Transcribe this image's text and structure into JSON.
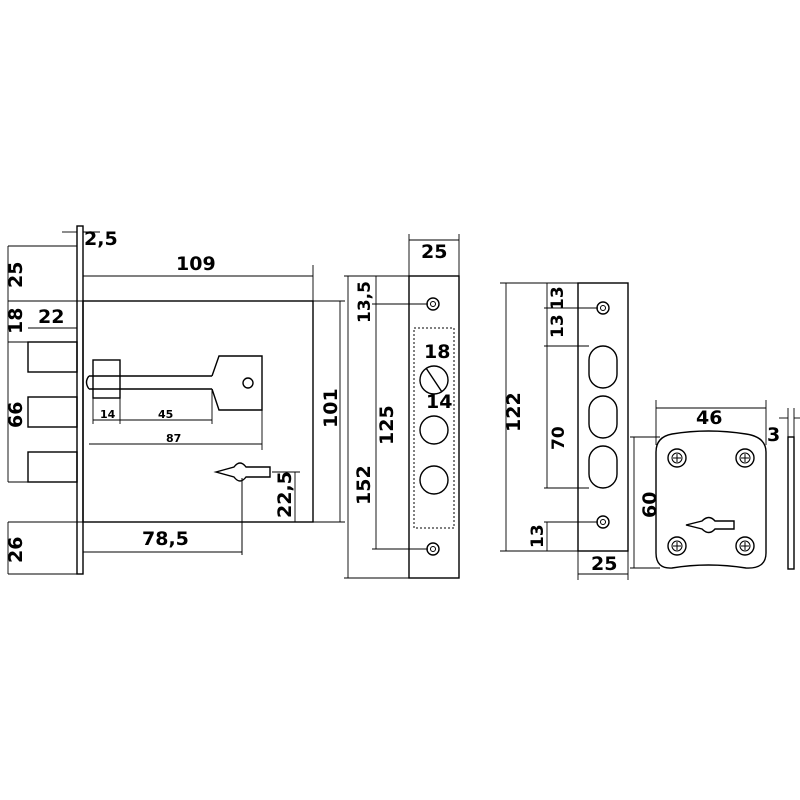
{
  "dimensions": {
    "front_thickness": "2,5",
    "body_width": "109",
    "top_to_bolt": "25",
    "bolt_height": "18",
    "bolt_projection": "22",
    "bolt_span": "66",
    "bottom_to_keyhole": "26",
    "key_width": "14",
    "key_shank": "45",
    "key_total": "87",
    "keyhole_height": "22,5",
    "keyhole_offset": "78,5",
    "body_height": "101",
    "faceplate_width": "25",
    "faceplate_top_hole": "13,5",
    "faceplate_hole_span": "125",
    "faceplate_height": "152",
    "bolt_hole_diameter": "18",
    "bolt_hole_inner": "14",
    "strike_height": "122",
    "strike_top_hole": "13",
    "strike_hole_pitch": "13",
    "strike_slot_span": "70",
    "strike_bottom_hole": "13",
    "strike_width": "25",
    "escutcheon_width": "46",
    "escutcheon_height": "60",
    "escutcheon_thickness": "3"
  }
}
